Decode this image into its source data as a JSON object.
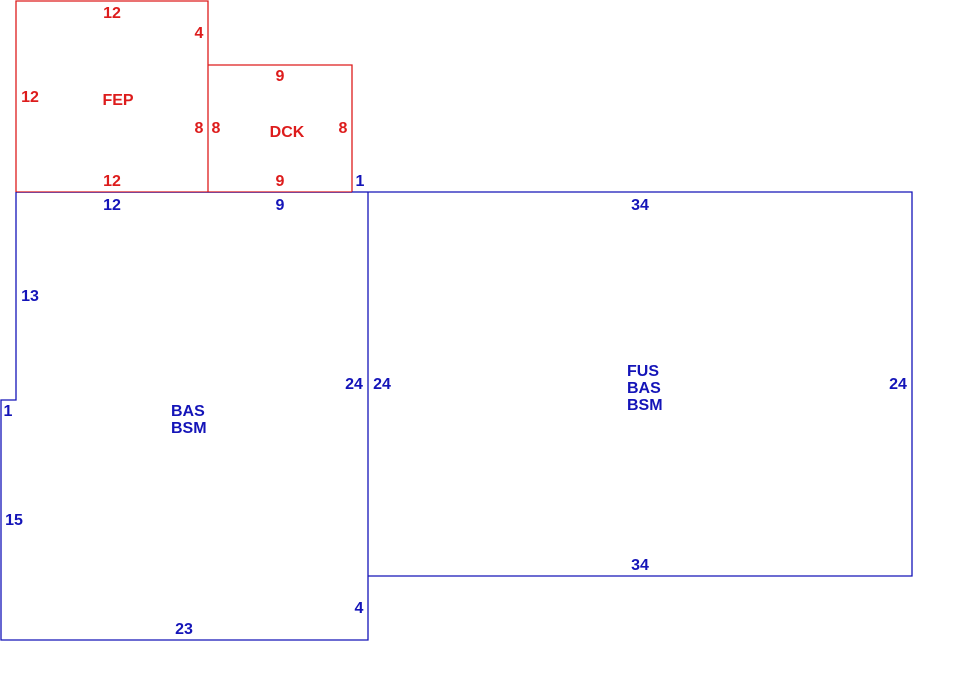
{
  "colors": {
    "upper": "#dd1c1c",
    "main": "#1414b8"
  },
  "areas": {
    "fep": {
      "code": "FEP",
      "dims": [
        "12",
        "4",
        "12",
        "8",
        "12"
      ]
    },
    "dck": {
      "code": "DCK",
      "dims": [
        "9",
        "8",
        "8",
        "9",
        "1"
      ]
    },
    "west": {
      "codes": [
        "BAS",
        "BSM"
      ],
      "dims": [
        "12",
        "9",
        "13",
        "24",
        "1",
        "15",
        "23",
        "4"
      ]
    },
    "east": {
      "codes": [
        "FUS",
        "BAS",
        "BSM"
      ],
      "dims": [
        "34",
        "24",
        "24",
        "34"
      ]
    }
  }
}
